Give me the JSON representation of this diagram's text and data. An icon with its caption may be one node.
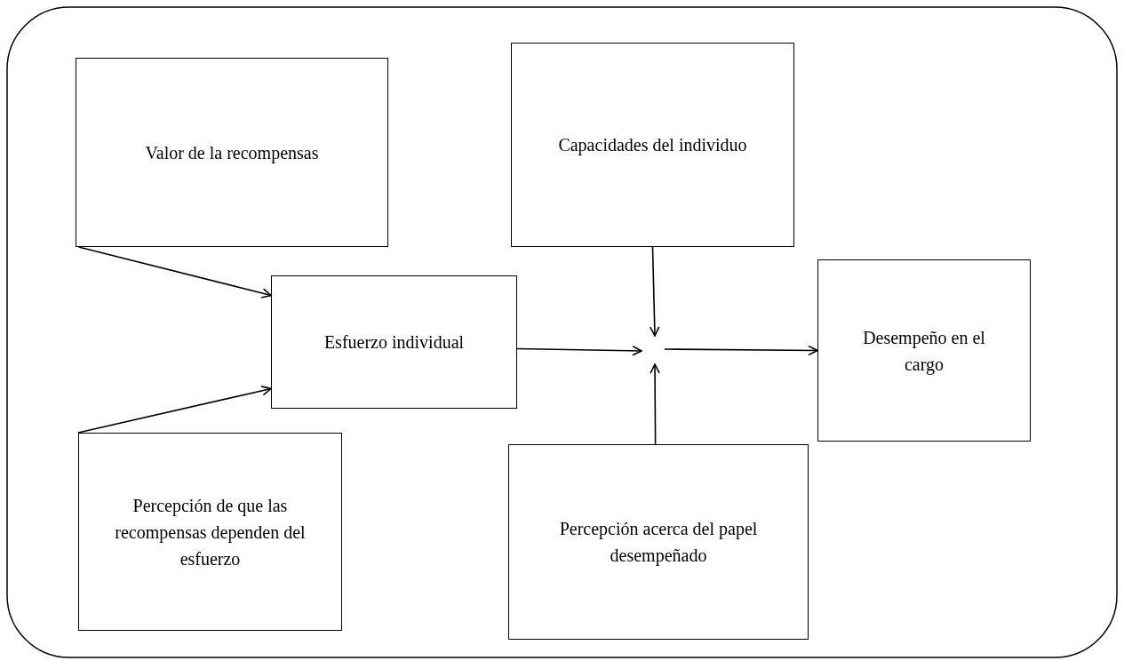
{
  "diagram": {
    "nodes": [
      {
        "text": [
          "Valor de la recompensas"
        ]
      },
      {
        "text": [
          "Capacidades del individuo"
        ]
      },
      {
        "text": [
          "Esfuerzo individual"
        ]
      },
      {
        "text": [
          "Desempeño en el cargo"
        ]
      },
      {
        "text": [
          "Percepción de que las recompensas dependen del esfuerzo"
        ]
      },
      {
        "text": [
          "Percepción acerca del papel desempeñado"
        ]
      }
    ],
    "edges": [
      {
        "from": 0,
        "to": 2,
        "arrow": "to"
      },
      {
        "from": 4,
        "to": 2,
        "arrow": "to"
      },
      {
        "from": 2,
        "to": null,
        "arrow": "to"
      },
      {
        "from": 1,
        "to": null,
        "arrow": "to"
      },
      {
        "from": 5,
        "to": null,
        "arrow": "to"
      },
      {
        "from": null,
        "to": 3,
        "arrow": "to"
      }
    ]
  }
}
